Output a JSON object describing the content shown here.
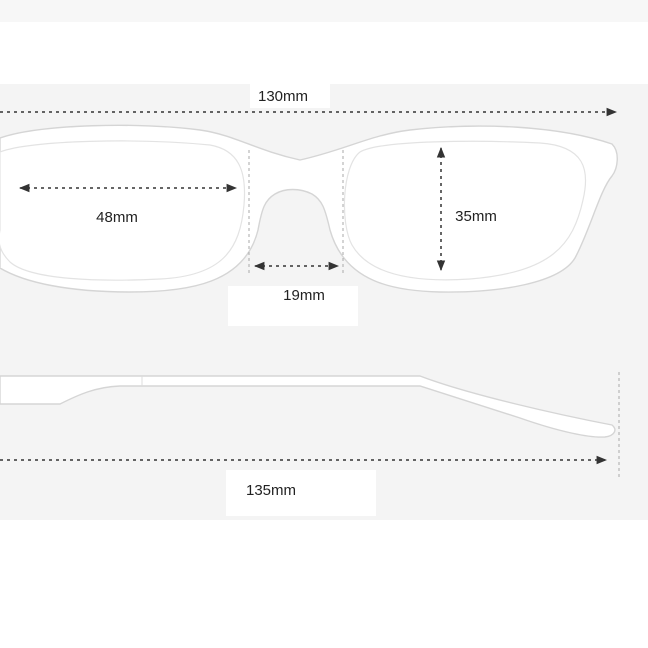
{
  "figure": {
    "labels": {
      "total_width": "130mm",
      "lens_width": "48mm",
      "lens_height": "35mm",
      "bridge_width": "19mm",
      "temple_length": "135mm"
    },
    "colors": {
      "background": "#ffffff",
      "panel": "#f4f4f4",
      "frame_fill": "#ffffff",
      "frame_stroke": "#d8d8d8",
      "dim_line": "#333333"
    }
  }
}
